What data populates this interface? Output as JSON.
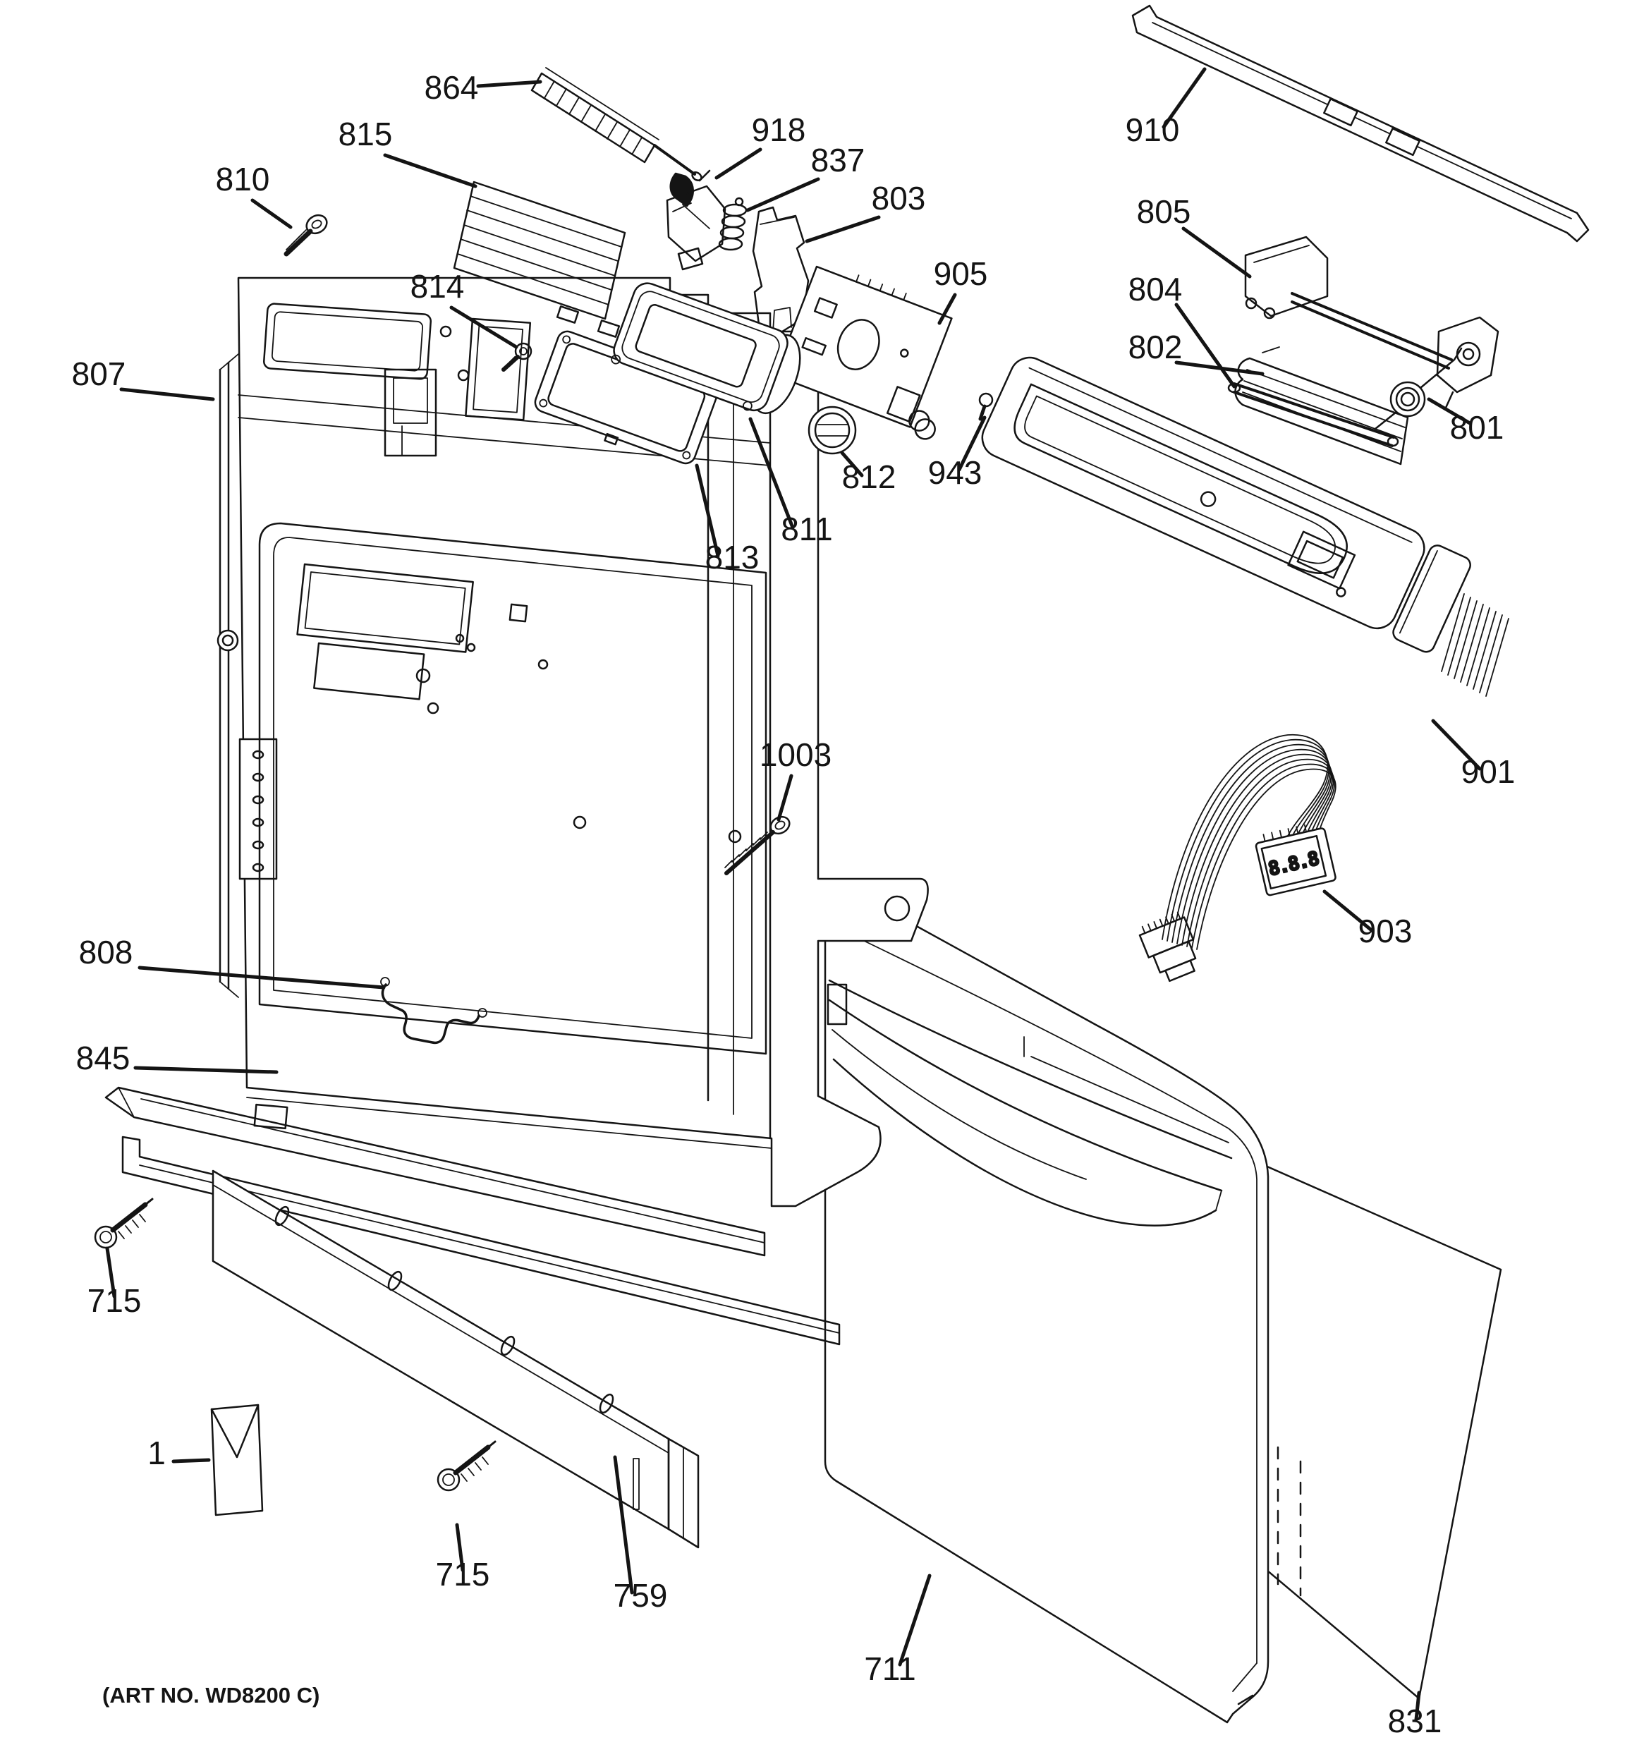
{
  "diagram": {
    "art_no": "(ART NO. WD8200 C)",
    "display_value": "8.8.8",
    "ink_color": "#141414",
    "paper_color": "#ffffff",
    "part_labels": [
      {
        "text": "864"
      },
      {
        "text": "918"
      },
      {
        "text": "837"
      },
      {
        "text": "803"
      },
      {
        "text": "905"
      },
      {
        "text": "815"
      },
      {
        "text": "810"
      },
      {
        "text": "814"
      },
      {
        "text": "807"
      },
      {
        "text": "910"
      },
      {
        "text": "805"
      },
      {
        "text": "804"
      },
      {
        "text": "802"
      },
      {
        "text": "801"
      },
      {
        "text": "812"
      },
      {
        "text": "943"
      },
      {
        "text": "811"
      },
      {
        "text": "813"
      },
      {
        "text": "1003"
      },
      {
        "text": "901"
      },
      {
        "text": "903"
      },
      {
        "text": "808"
      },
      {
        "text": "845"
      },
      {
        "text": "715"
      },
      {
        "text": "1"
      },
      {
        "text": "715"
      },
      {
        "text": "759"
      },
      {
        "text": "711"
      },
      {
        "text": "831"
      }
    ]
  }
}
